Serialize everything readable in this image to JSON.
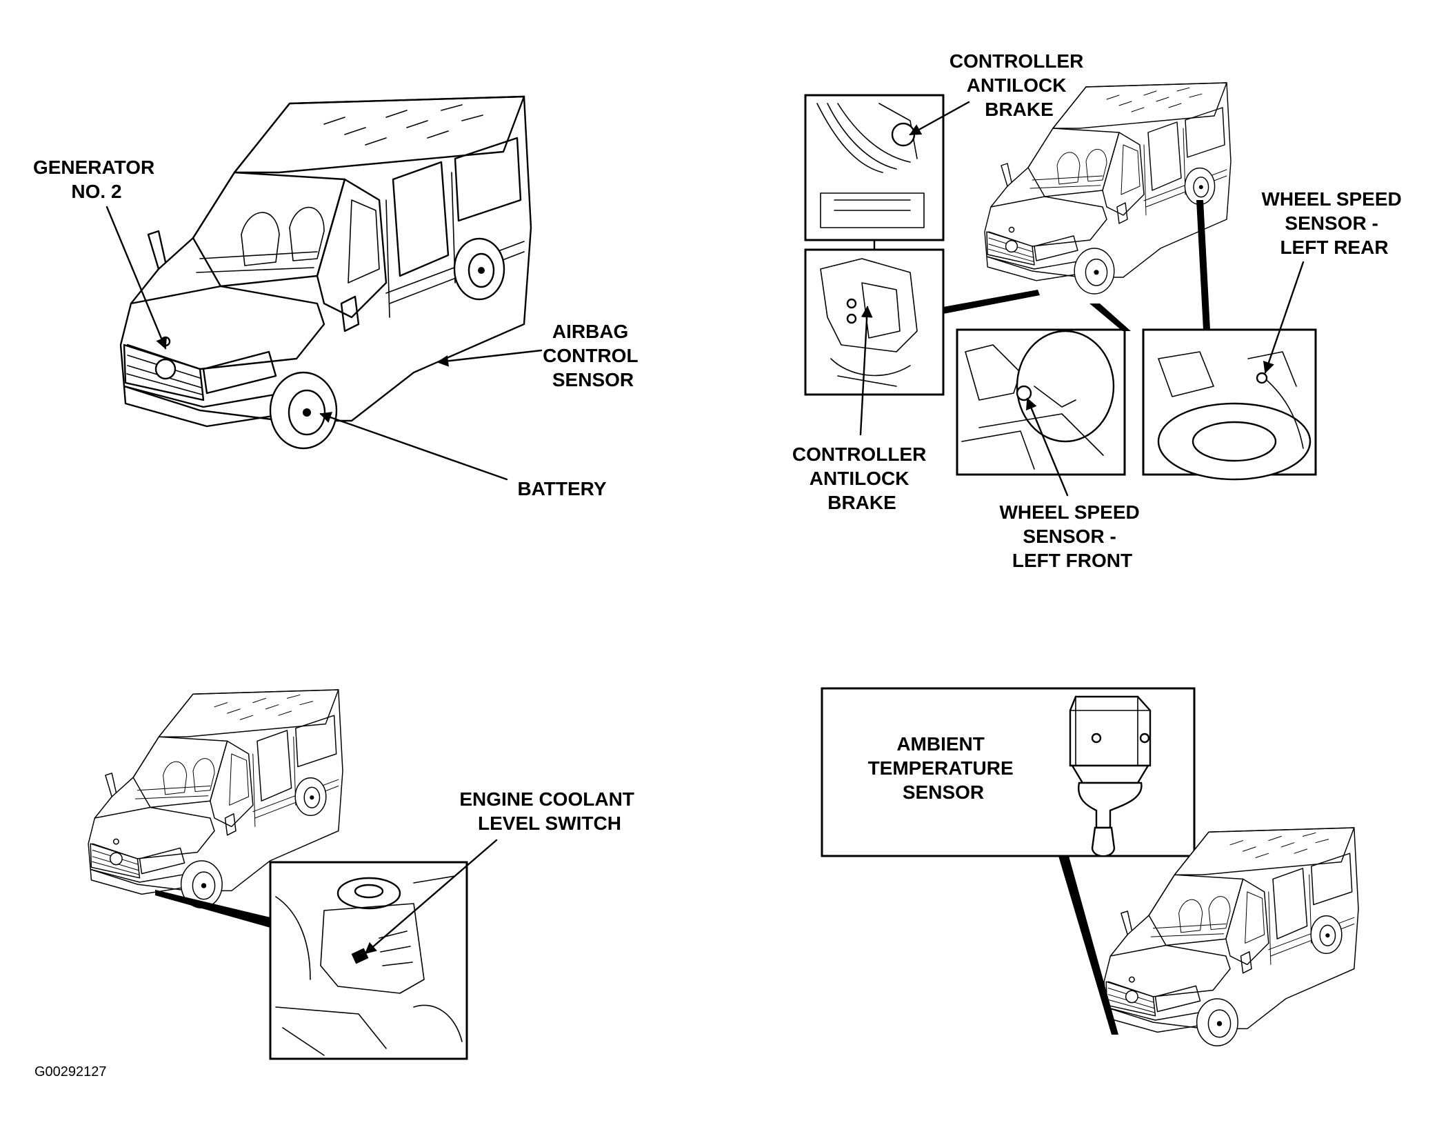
{
  "figure_id": "G00292127",
  "panels": {
    "top_left": {
      "labels": {
        "generator": [
          "GENERATOR",
          "NO. 2"
        ],
        "airbag": [
          "AIRBAG",
          "CONTROL",
          "SENSOR"
        ],
        "battery": [
          "BATTERY"
        ]
      }
    },
    "top_right": {
      "labels": {
        "controller_top": [
          "CONTROLLER",
          "ANTILOCK",
          "BRAKE"
        ],
        "controller_bottom": [
          "CONTROLLER",
          "ANTILOCK",
          "BRAKE"
        ],
        "wheel_speed_rear": [
          "WHEEL SPEED",
          "SENSOR -",
          "LEFT REAR"
        ],
        "wheel_speed_front": [
          "WHEEL SPEED",
          "SENSOR -",
          "LEFT FRONT"
        ]
      }
    },
    "bottom_left": {
      "labels": {
        "coolant": [
          "ENGINE COOLANT",
          "LEVEL SWITCH"
        ]
      }
    },
    "bottom_right": {
      "labels": {
        "ambient": [
          "AMBIENT",
          "TEMPERATURE",
          "SENSOR"
        ]
      }
    }
  }
}
